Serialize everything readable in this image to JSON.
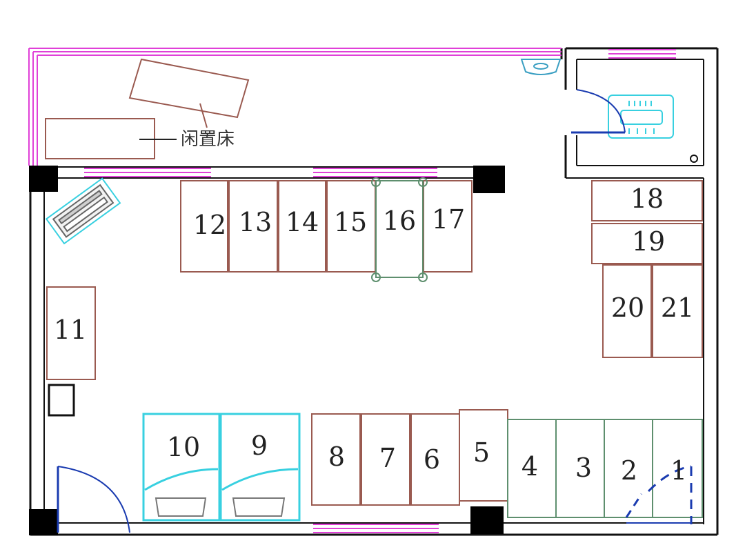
{
  "note": {
    "label": "闲置床"
  },
  "colors": {
    "wall": "#111111",
    "window": "#e040d8",
    "bed": "#9a5a50",
    "bed_green": "#5e8f6e",
    "cyan": "#38d0e0",
    "door": "#1a3bb0"
  },
  "icons": {
    "sink": "sink-icon",
    "toilet": "toilet-icon",
    "desk": "desk-icon",
    "cabinet": "cabinet-icon"
  },
  "beds": [
    {
      "id": "b1",
      "label": "1"
    },
    {
      "id": "b2",
      "label": "2"
    },
    {
      "id": "b3",
      "label": "3"
    },
    {
      "id": "b4",
      "label": "4"
    },
    {
      "id": "b5",
      "label": "5"
    },
    {
      "id": "b6",
      "label": "6"
    },
    {
      "id": "b7",
      "label": "7"
    },
    {
      "id": "b8",
      "label": "8"
    },
    {
      "id": "b9",
      "label": "9"
    },
    {
      "id": "b10",
      "label": "10"
    },
    {
      "id": "b11",
      "label": "11"
    },
    {
      "id": "b12",
      "label": "12"
    },
    {
      "id": "b13",
      "label": "13"
    },
    {
      "id": "b14",
      "label": "14"
    },
    {
      "id": "b15",
      "label": "15"
    },
    {
      "id": "b16",
      "label": "16"
    },
    {
      "id": "b17",
      "label": "17"
    },
    {
      "id": "b18",
      "label": "18"
    },
    {
      "id": "b19",
      "label": "19"
    },
    {
      "id": "b20",
      "label": "20"
    },
    {
      "id": "b21",
      "label": "21"
    }
  ]
}
